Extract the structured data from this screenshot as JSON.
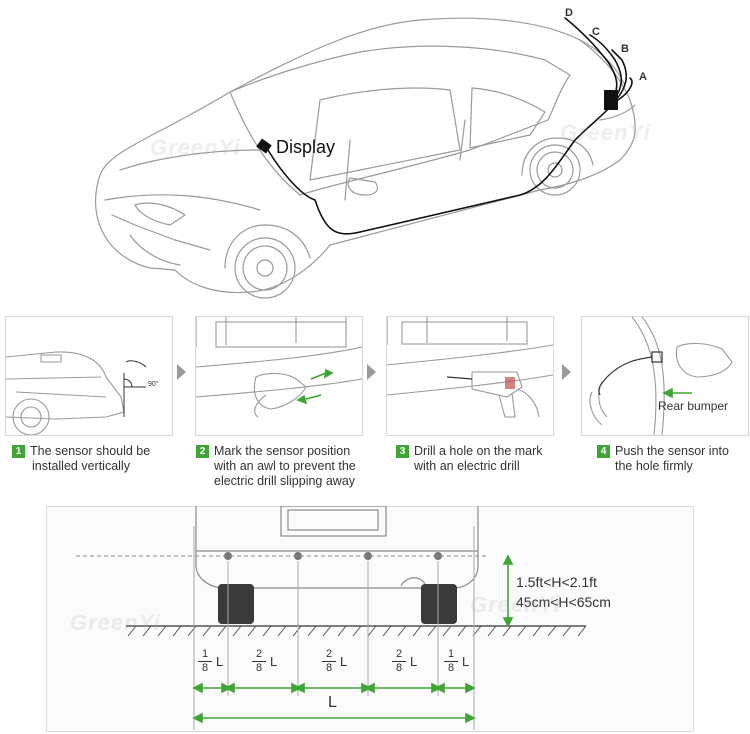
{
  "top": {
    "display_label": "Display",
    "sensor_letters": [
      "A",
      "B",
      "C",
      "D"
    ],
    "watermark": "GreenYi"
  },
  "steps": [
    {
      "num": "1",
      "line1": "The sensor should be",
      "line2": "installed vertically",
      "angle": "90°"
    },
    {
      "num": "2",
      "line1": "Mark the sensor position",
      "line2": "with an awl to prevent the",
      "line3": "electric drill slipping away"
    },
    {
      "num": "3",
      "line1": "Drill a hole on the mark",
      "line2": "with an electric drill"
    },
    {
      "num": "4",
      "line1": "Push the sensor into",
      "line2": "the hole firmly",
      "panel_label": "Rear bumper"
    }
  ],
  "install": {
    "height_ft": "1.5ft<H<2.1ft",
    "height_cm": "45cm<H<65cm",
    "fractions": [
      {
        "num": "1",
        "den": "8",
        "unit": "L"
      },
      {
        "num": "2",
        "den": "8",
        "unit": "L"
      },
      {
        "num": "2",
        "den": "8",
        "unit": "L"
      },
      {
        "num": "2",
        "den": "8",
        "unit": "L"
      },
      {
        "num": "1",
        "den": "8",
        "unit": "L"
      }
    ],
    "total_label": "L"
  },
  "colors": {
    "accent": "#3fa535",
    "line": "#333333",
    "dim_green": "#3fa535"
  }
}
